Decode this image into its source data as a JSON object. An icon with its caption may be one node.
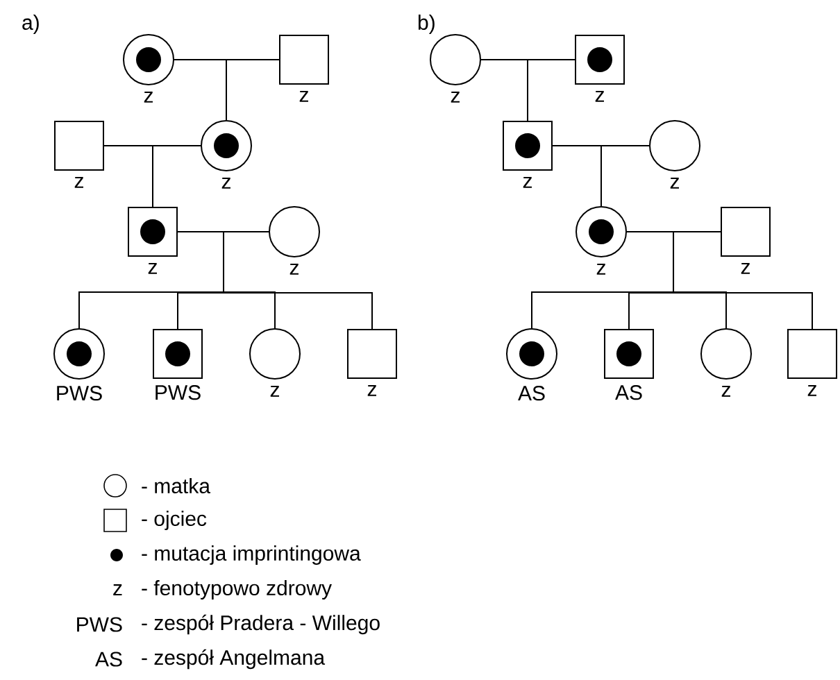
{
  "diagram": {
    "nodes": [
      {
        "text": [],
        "shape": "circle",
        "beside": [
          "z"
        ]
      },
      {
        "text": [],
        "shape": "circle",
        "in": 0
      },
      {
        "text": [],
        "shape": "box",
        "beside": [
          "z"
        ]
      },
      {
        "text": [],
        "shape": "box",
        "beside": [
          "z"
        ]
      },
      {
        "text": [],
        "shape": "circle",
        "beside": [
          "z"
        ]
      },
      {
        "text": [],
        "shape": "circle",
        "in": 4
      },
      {
        "text": [],
        "shape": "box",
        "beside": [
          "z"
        ]
      },
      {
        "text": [],
        "shape": "circle",
        "in": 6
      },
      {
        "text": [],
        "shape": "circle",
        "beside": [
          "z"
        ]
      },
      {
        "text": [],
        "shape": "circle",
        "beside": [
          "PWS"
        ]
      },
      {
        "text": [],
        "shape": "circle",
        "in": 9
      },
      {
        "text": [],
        "shape": "box",
        "beside": [
          "PWS"
        ]
      },
      {
        "text": [],
        "shape": "circle",
        "in": 11
      },
      {
        "text": [],
        "shape": "circle",
        "beside": [
          "z"
        ]
      },
      {
        "text": [],
        "shape": "box",
        "beside": [
          "z"
        ]
      },
      {
        "text": [],
        "shape": "circle",
        "beside": [
          "z"
        ]
      },
      {
        "text": [],
        "shape": "box",
        "beside": [
          "z"
        ]
      },
      {
        "text": [],
        "shape": "circle",
        "in": 16
      },
      {
        "text": [],
        "shape": "box",
        "beside": [
          "z"
        ]
      },
      {
        "text": [],
        "shape": "circle",
        "in": 18
      },
      {
        "text": [],
        "shape": "circle",
        "beside": [
          "z"
        ]
      },
      {
        "text": [],
        "shape": "circle",
        "beside": [
          "z"
        ]
      },
      {
        "text": [],
        "shape": "circle",
        "in": 21
      },
      {
        "text": [],
        "shape": "box",
        "beside": [
          "z"
        ]
      },
      {
        "text": [],
        "shape": "circle",
        "beside": [
          "AS"
        ]
      },
      {
        "text": [],
        "shape": "circle",
        "in": 24
      },
      {
        "text": [],
        "shape": "box",
        "beside": [
          "AS"
        ]
      },
      {
        "text": [],
        "shape": "circle",
        "in": 26
      },
      {
        "text": [],
        "shape": "circle",
        "beside": [
          "z"
        ]
      },
      {
        "text": [],
        "shape": "box",
        "beside": [
          "z"
        ]
      }
    ],
    "edges": [
      {
        "from": 0,
        "to": 2,
        "arrow": "none"
      },
      {
        "from": 0,
        "to": 4,
        "arrow": "none"
      },
      {
        "from": 2,
        "to": 4,
        "arrow": "none"
      },
      {
        "from": 3,
        "to": 4,
        "arrow": "none"
      },
      {
        "from": 3,
        "to": 6,
        "arrow": "none"
      },
      {
        "from": 4,
        "to": 6,
        "arrow": "none"
      },
      {
        "from": 6,
        "to": 8,
        "arrow": "none"
      },
      {
        "from": 6,
        "to": 9,
        "arrow": "none"
      },
      {
        "from": 8,
        "to": 9,
        "arrow": "none"
      },
      {
        "from": 6,
        "to": 11,
        "arrow": "none"
      },
      {
        "from": 8,
        "to": 11,
        "arrow": "none"
      },
      {
        "from": 6,
        "to": 13,
        "arrow": "none"
      },
      {
        "from": 8,
        "to": 13,
        "arrow": "none"
      },
      {
        "from": 6,
        "to": 14,
        "arrow": "none"
      },
      {
        "from": 8,
        "to": 14,
        "arrow": "none"
      },
      {
        "from": 15,
        "to": 16,
        "arrow": "none"
      },
      {
        "from": 15,
        "to": 18,
        "arrow": "none"
      },
      {
        "from": 16,
        "to": 18,
        "arrow": "none"
      },
      {
        "from": 18,
        "to": 20,
        "arrow": "none"
      },
      {
        "from": 18,
        "to": 21,
        "arrow": "none"
      },
      {
        "from": 20,
        "to": 21,
        "arrow": "none"
      },
      {
        "from": 21,
        "to": 23,
        "arrow": "none"
      },
      {
        "from": 21,
        "to": 24,
        "arrow": "none"
      },
      {
        "from": 23,
        "to": 24,
        "arrow": "none"
      },
      {
        "from": 21,
        "to": 26,
        "arrow": "none"
      },
      {
        "from": 23,
        "to": 26,
        "arrow": "none"
      },
      {
        "from": 21,
        "to": 28,
        "arrow": "none"
      },
      {
        "from": 23,
        "to": 28,
        "arrow": "none"
      },
      {
        "from": 21,
        "to": 29,
        "arrow": "none"
      },
      {
        "from": 23,
        "to": 29,
        "arrow": "none"
      }
    ],
    "labels": [
      "a)",
      "b)",
      "z",
      "PWS",
      "AS"
    ],
    "legend": [
      {
        "text": "- matka"
      },
      {
        "text": "- ojciec"
      },
      {
        "text": "- mutacja imprintingowa"
      },
      {
        "text": "- fenotypowo zdrowy"
      },
      {
        "text": "- zespół Pradera - Willego"
      },
      {
        "text": "- zespół Angelmana"
      }
    ]
  }
}
